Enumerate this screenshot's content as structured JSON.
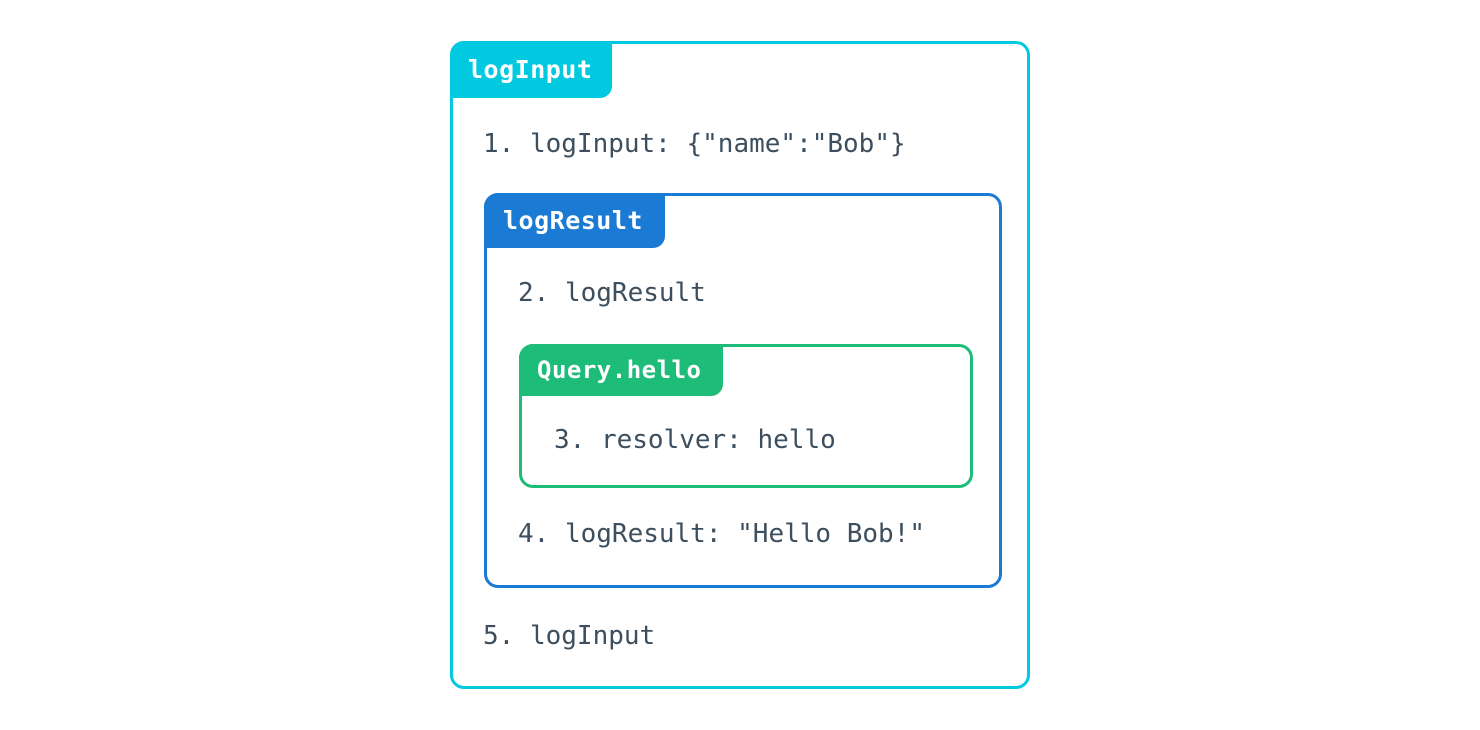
{
  "diagram": {
    "title": "logInput",
    "type": "nested-middleware-execution-order",
    "background_color": "#ffffff",
    "text_color": "#3d4f5e"
  },
  "outer_box": {
    "label": "logInput",
    "color": "#00c9e0",
    "lines": {
      "first": "1. logInput: {\"name\":\"Bob\"}",
      "last": "5. logInput"
    }
  },
  "middle_box": {
    "label": "logResult",
    "color": "#1a7ad4",
    "lines": {
      "first": "2. logResult",
      "last": "4. logResult: \"Hello Bob!\""
    }
  },
  "inner_box": {
    "label": "Query.hello",
    "color": "#1ebc79",
    "lines": {
      "first": "3. resolver: hello"
    }
  }
}
